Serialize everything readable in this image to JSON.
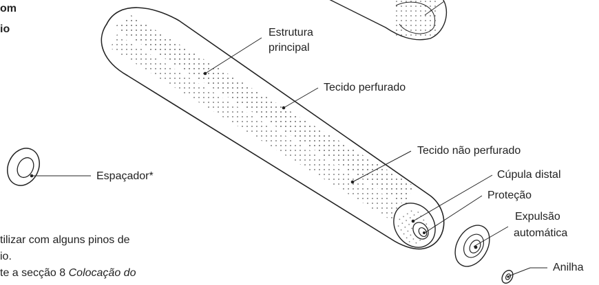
{
  "left_fragment": {
    "line1": "om",
    "line2": "io"
  },
  "labels": {
    "main_frame_line1": "Estrutura",
    "main_frame_line2": "principal",
    "perforated": "Tecido perfurado",
    "non_perforated": "Tecido não perfurado",
    "distal_dome": "Cúpula distal",
    "protection": "Proteção",
    "auto_eject_line1": "Expulsão",
    "auto_eject_line2": "automática",
    "washer": "Anilha",
    "spacer": "Espaçador*"
  },
  "footnote": {
    "line1": "tilizar com alguns pinos de",
    "line2": "io.",
    "line3_prefix": "te a secção 8 ",
    "line3_italic": "Colocação do"
  },
  "colors": {
    "stroke": "#222222",
    "fill": "#ffffff"
  }
}
